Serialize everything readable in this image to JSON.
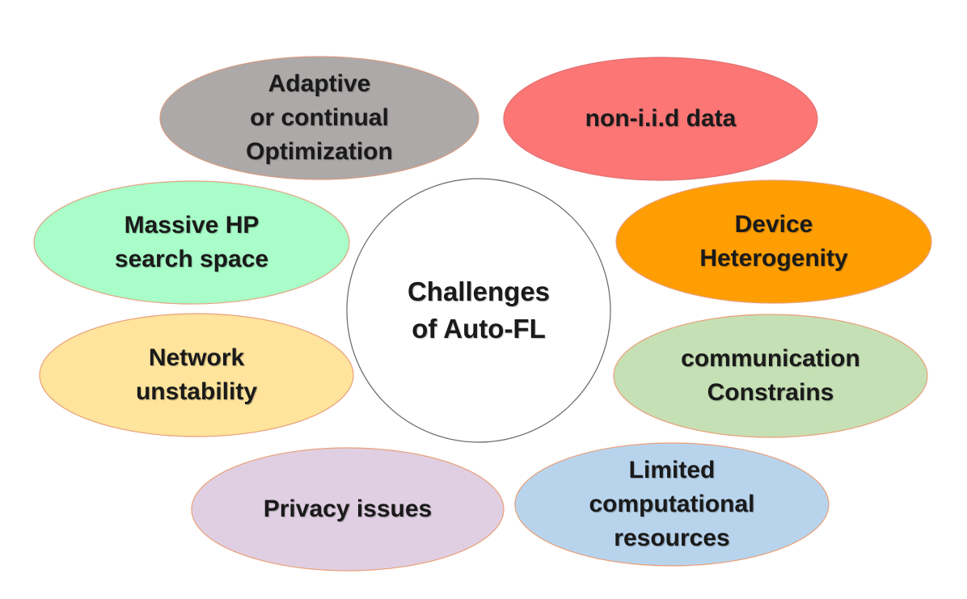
{
  "center": {
    "lines": [
      "Challenges",
      "of Auto-FL"
    ],
    "fill": "#ffffff",
    "stroke": "#666666"
  },
  "nodes": [
    {
      "id": "adaptive-optimization",
      "lines": [
        "Adaptive",
        "or continual",
        "Optimization"
      ],
      "fill": "#aca9a8",
      "stroke": "#d79b80"
    },
    {
      "id": "non-iid-data",
      "lines": [
        "non-i.i.d data"
      ],
      "fill": "#fd7676",
      "stroke": "#e07070"
    },
    {
      "id": "massive-hp-search-space",
      "lines": [
        "Massive HP",
        "search space"
      ],
      "fill": "#a9fdc8",
      "stroke": "#e3a384"
    },
    {
      "id": "device-heterogenity",
      "lines": [
        "Device",
        "Heterogenity"
      ],
      "fill": "#fe9e03",
      "stroke": "#e8a07a"
    },
    {
      "id": "network-unstability",
      "lines": [
        "Network",
        "unstability"
      ],
      "fill": "#fee49c",
      "stroke": "#e8a07a"
    },
    {
      "id": "communication-constrains",
      "lines": [
        "communication",
        "Constrains"
      ],
      "fill": "#c6e0b5",
      "stroke": "#e8a07a"
    },
    {
      "id": "privacy-issues",
      "lines": [
        "Privacy issues"
      ],
      "fill": "#e0cfe2",
      "stroke": "#e8a07a"
    },
    {
      "id": "limited-computational-resources",
      "lines": [
        "Limited",
        "computational",
        "resources"
      ],
      "fill": "#b8d4ed",
      "stroke": "#e8a07a"
    }
  ]
}
